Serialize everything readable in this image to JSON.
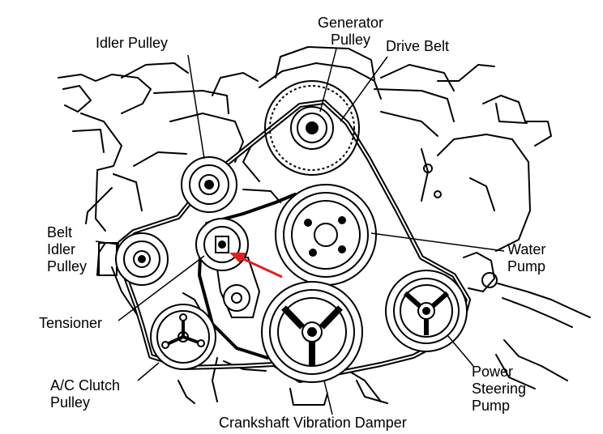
{
  "labels": {
    "generator_pulley": [
      "Generator",
      "Pulley"
    ],
    "idler_pulley": "Idler Pulley",
    "drive_belt": "Drive Belt",
    "belt_idler_pulley": [
      "Belt",
      "Idler",
      "Pulley"
    ],
    "water_pump": [
      "Water",
      "Pump"
    ],
    "tensioner": "Tensioner",
    "ac_clutch_pulley": [
      "A/C Clutch",
      "Pulley"
    ],
    "power_steering_pump": [
      "Power",
      "Steering",
      "Pump"
    ],
    "crankshaft_vibration_damper": "Crankshaft Vibration Damper"
  },
  "colors": {
    "line_art": "#000000",
    "pointer_arrow": "#e02020",
    "background": "#ffffff"
  }
}
